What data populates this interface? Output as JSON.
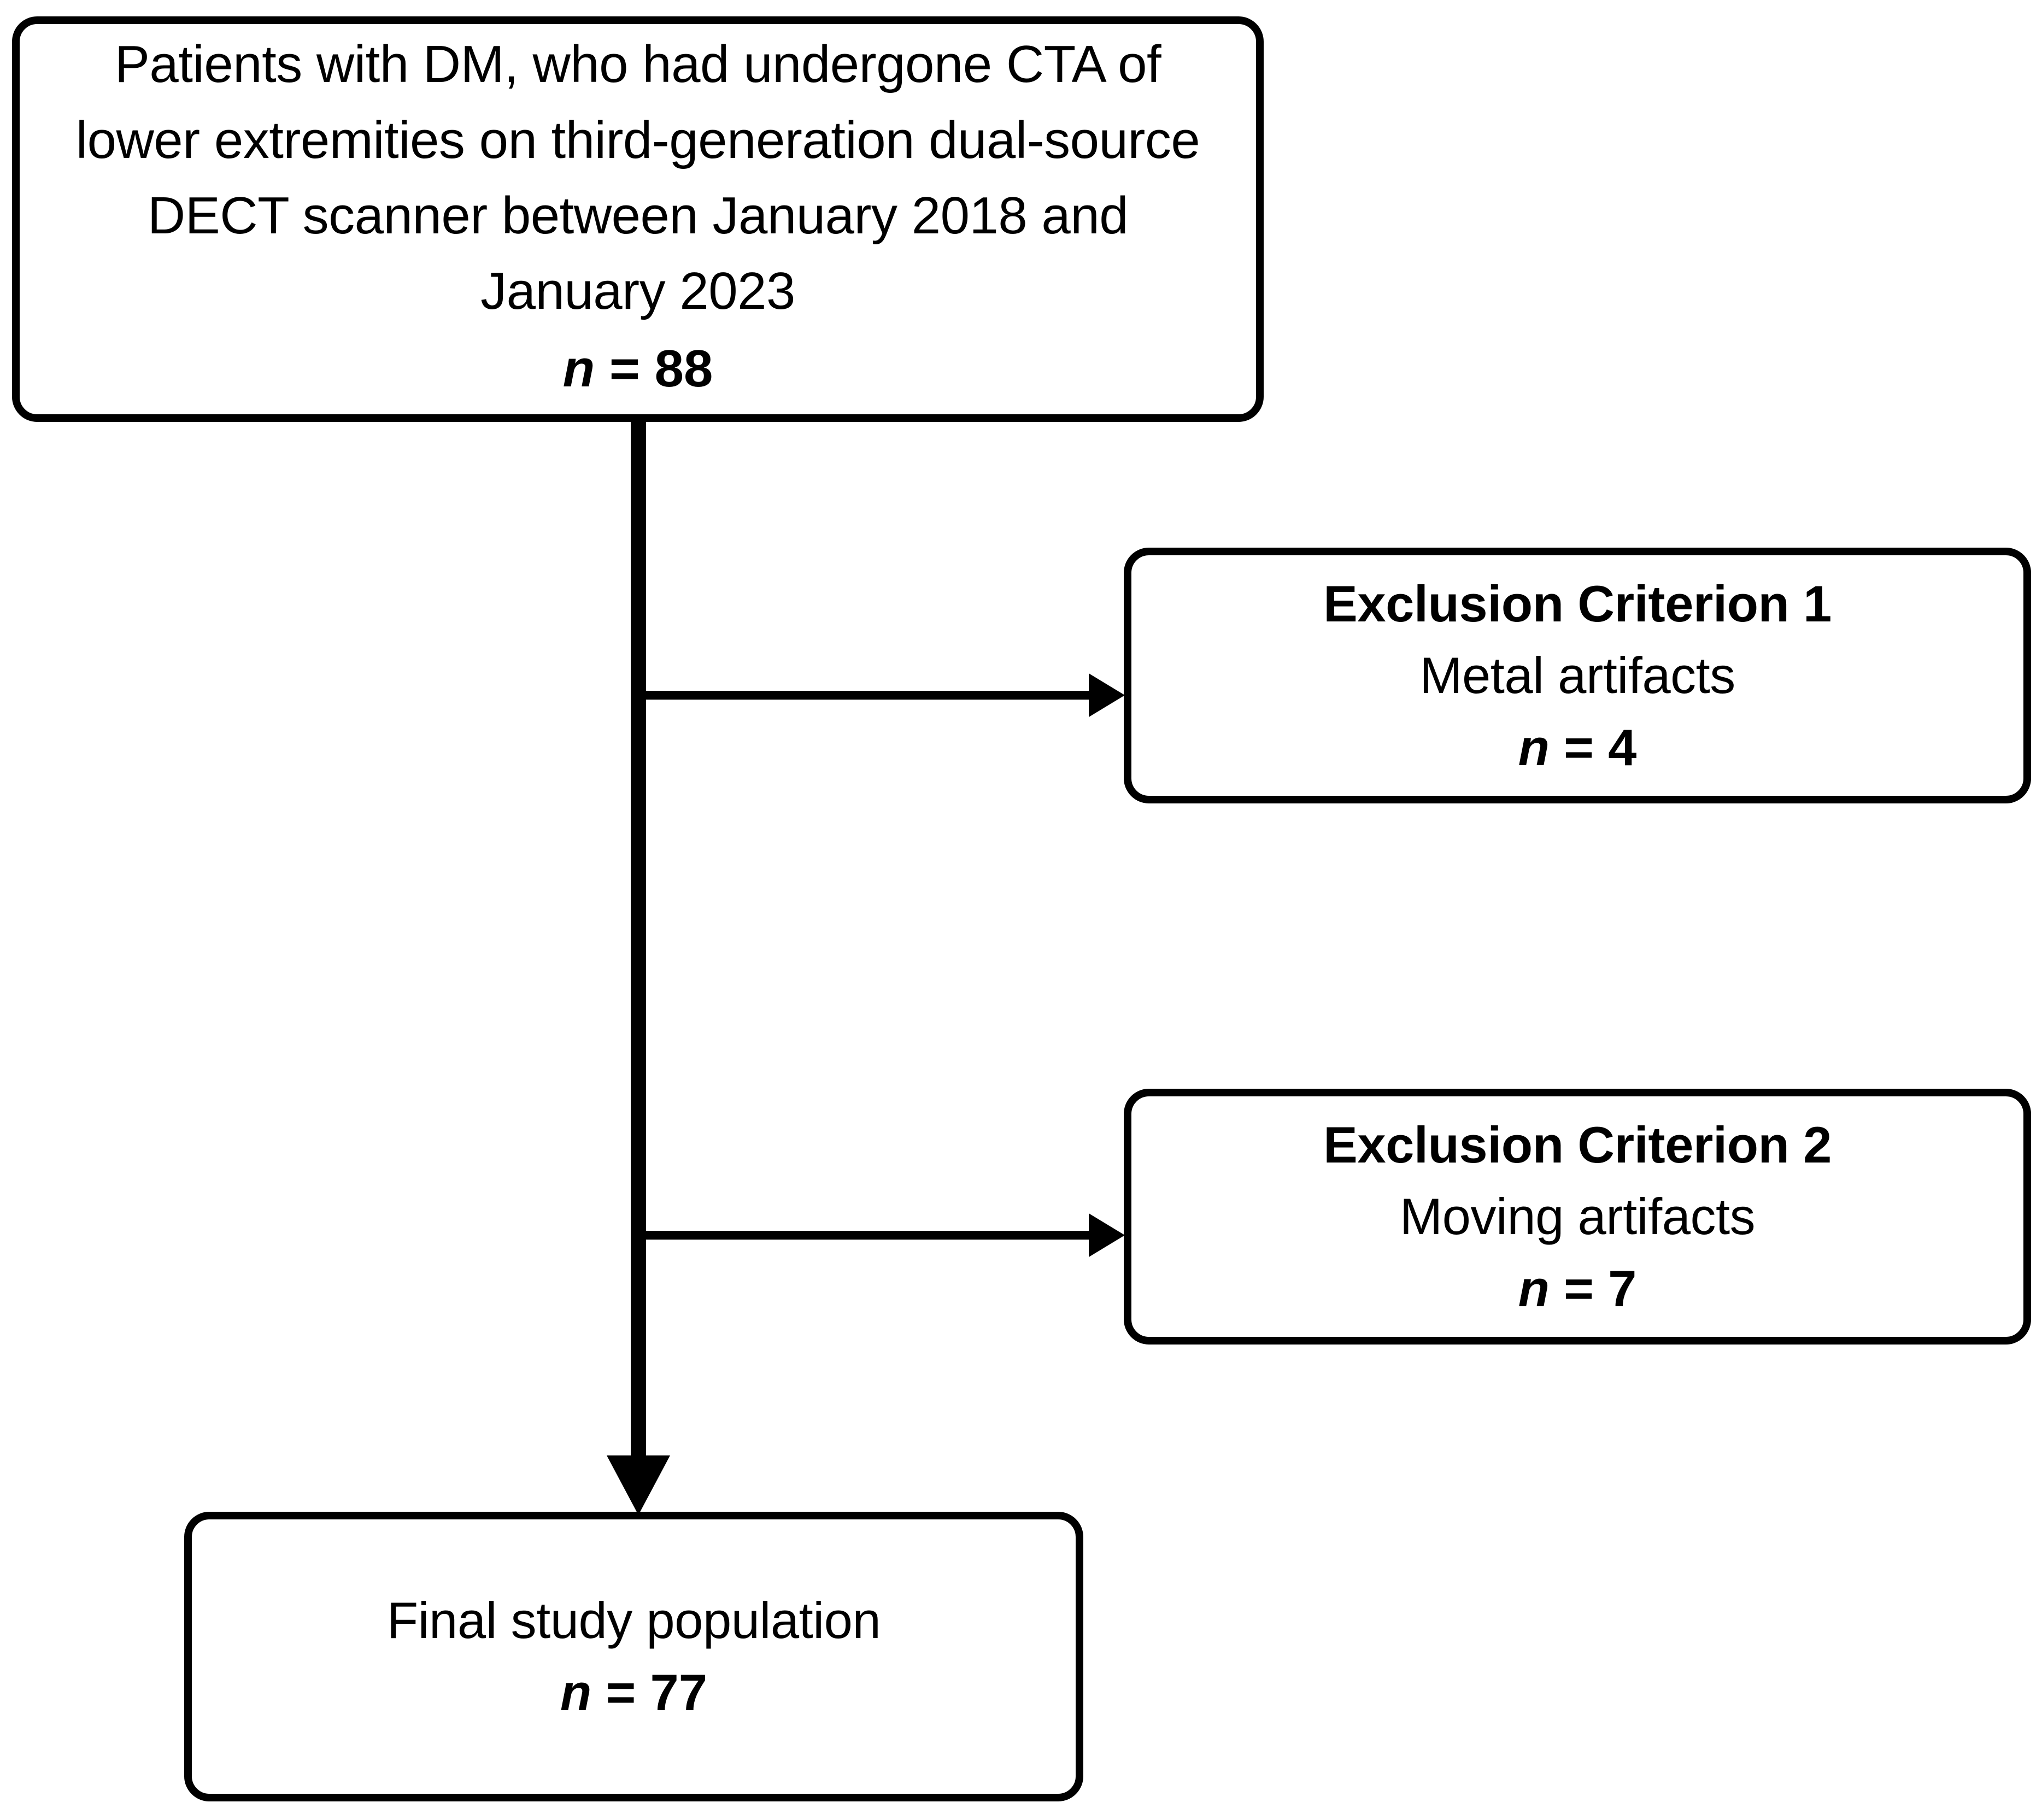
{
  "diagram": {
    "type": "study-flow-chart",
    "orientation": "vertical-trunk-with-right-branches",
    "stroke_color": "#000000",
    "background_color": "#ffffff",
    "nodes": [
      {
        "id": "enrolled",
        "role": "source-population",
        "text": "Patients with DM, who had undergone CTA of lower extremities on third-generation dual-source DECT scanner between January 2018 and January 2023",
        "count_symbol": "n",
        "count_equals": "=",
        "count_value": "88",
        "count_line": "n = 88"
      },
      {
        "id": "exclusion-1",
        "role": "exclusion",
        "title": "Exclusion Criterion 1",
        "reason": "Metal artifacts",
        "count_symbol": "n",
        "count_equals": "=",
        "count_value": "4",
        "count_line": "n = 4"
      },
      {
        "id": "exclusion-2",
        "role": "exclusion",
        "title": "Exclusion Criterion 2",
        "reason": "Moving artifacts",
        "count_symbol": "n",
        "count_equals": "=",
        "count_value": "7",
        "count_line": "n = 7"
      },
      {
        "id": "final",
        "role": "final-population",
        "text": "Final study population",
        "count_symbol": "n",
        "count_equals": "=",
        "count_value": "77",
        "count_line": "n = 77"
      }
    ],
    "connectors": [
      {
        "id": "trunk",
        "kind": "line",
        "from": "enrolled",
        "to": "final",
        "arrowhead": "down"
      },
      {
        "id": "branch-1",
        "kind": "line",
        "from": "trunk",
        "to": "exclusion-1",
        "arrowhead": "right"
      },
      {
        "id": "branch-2",
        "kind": "line",
        "from": "trunk",
        "to": "exclusion-2",
        "arrowhead": "right"
      }
    ]
  }
}
